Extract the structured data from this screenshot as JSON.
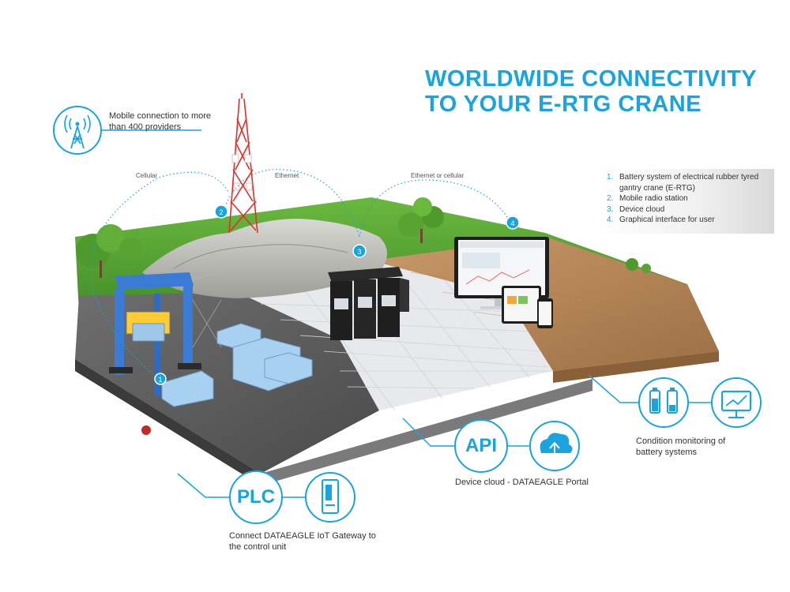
{
  "title": {
    "line1": "WORLDWIDE CONNECTIVITY",
    "line2": "TO YOUR E-RTG CRANE"
  },
  "mobile": {
    "label": "Mobile connection to more than 400 providers"
  },
  "links": {
    "cellular": "Cellular",
    "ethernet": "Ethernet",
    "ethernet_or_cellular": "Ethernet or cellular"
  },
  "markers": [
    "1",
    "2",
    "3",
    "4"
  ],
  "legend": {
    "items": [
      {
        "num": "1.",
        "text": "Battery system of electrical rubber tyred gantry crane (E-RTG)"
      },
      {
        "num": "2.",
        "text": "Mobile radio station"
      },
      {
        "num": "3.",
        "text": "Device cloud"
      },
      {
        "num": "4.",
        "text": "Graphical interface for user"
      }
    ]
  },
  "plc": {
    "badge": "PLC",
    "label": "Connect DATAEAGLE IoT Gateway to the control unit"
  },
  "api": {
    "badge": "API",
    "label": "Device cloud - DATAEAGLE Portal"
  },
  "condition": {
    "label": "Condition monitoring of battery systems"
  },
  "colors": {
    "accent": "#1aa3dc",
    "grass": "#4a9c2f",
    "asphalt": "#5a5a5a",
    "tiles": "#e6e8ec",
    "wood": "#b08558",
    "crane": "#3a7bd5",
    "tower": "#d9322b"
  }
}
